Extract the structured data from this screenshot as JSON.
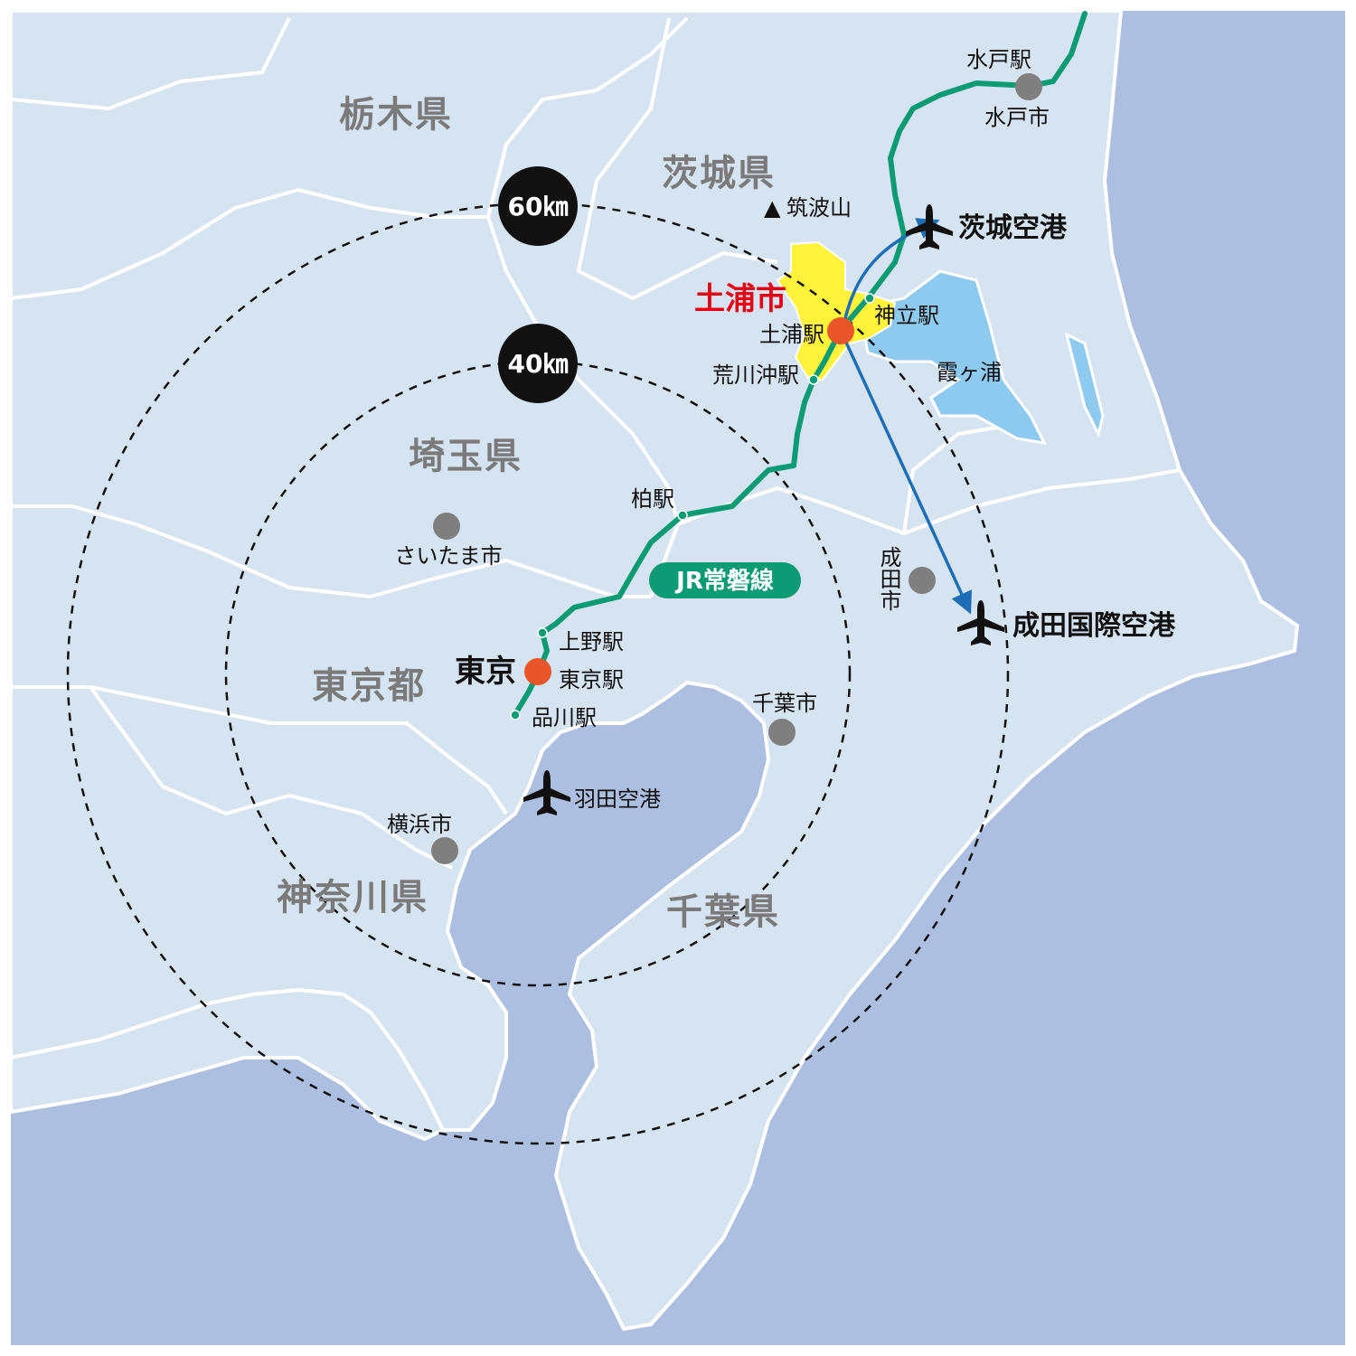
{
  "colors": {
    "sea": "#adbfe0",
    "land": "#d6e4f2",
    "border": "#ffffff",
    "lake": "#8ec9ef",
    "rail": "#0c9b74",
    "city_hl": "#fff23a",
    "station_major": "#e8562a",
    "city_dot": "#7f7f7f",
    "arrow": "#1e6eb7",
    "highlight_text": "#e60012"
  },
  "rings": {
    "r60_label": "60㎞",
    "r40_label": "40㎞"
  },
  "prefectures": {
    "tochigi": "栃木県",
    "ibaraki": "茨城県",
    "saitama": "埼玉県",
    "tokyo": "東京都",
    "kanagawa": "神奈川県",
    "chiba": "千葉県"
  },
  "places": {
    "tsukuba_mark": "▲",
    "tsukuba": "筑波山",
    "mito_station": "水戸駅",
    "mito_city": "水戸市",
    "ibaraki_airport": "茨城空港",
    "tsuchiura_city": "土浦市",
    "tsuchiura_station": "土浦駅",
    "kandatsu_station": "神立駅",
    "arakawaoki_station": "荒川沖駅",
    "kasumigaura": "霞ヶ浦",
    "kashiwa_station": "柏駅",
    "saitama_city": "さいたま市",
    "joban_line": "JR常磐線",
    "narita_city": "成田市",
    "narita_airport": "成田国際空港",
    "ueno_station": "上野駅",
    "tokyo": "東京",
    "tokyo_station": "東京駅",
    "shinagawa_station": "品川駅",
    "chiba_city": "千葉市",
    "haneda_airport": "羽田空港",
    "yokohama_city": "横浜市"
  },
  "icons": [
    "airplane-icon",
    "city-dot-icon",
    "station-dot-icon",
    "mountain-icon"
  ]
}
